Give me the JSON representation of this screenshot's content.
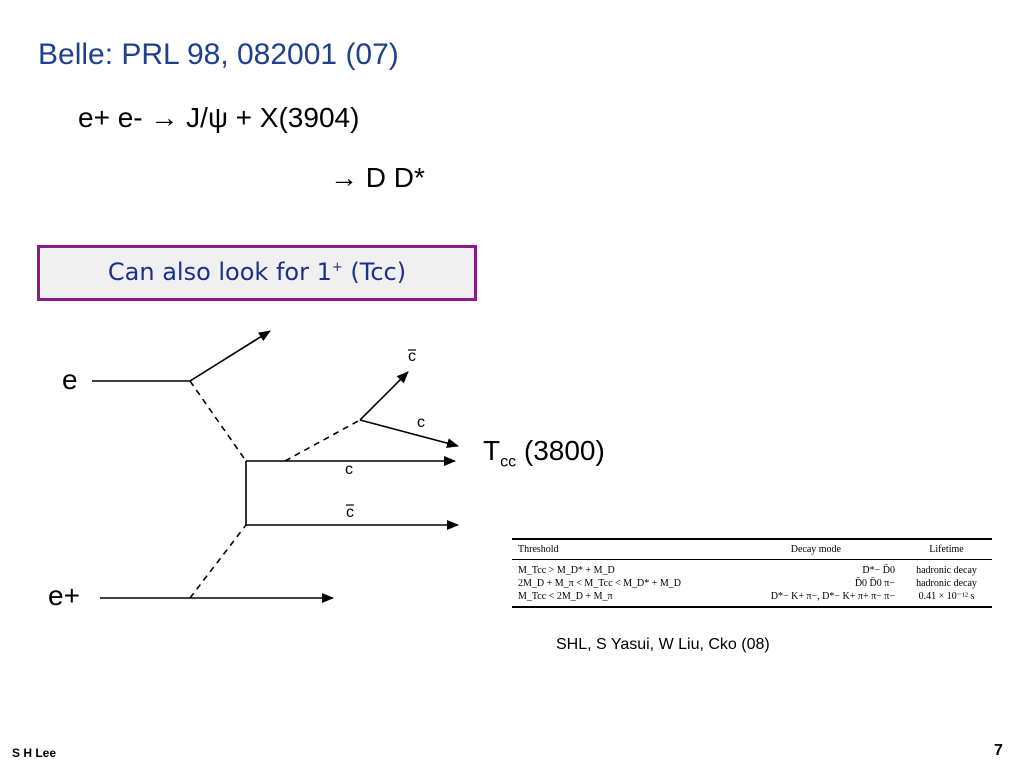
{
  "slide": {
    "title": "Belle: PRL 98, 082001 (07)",
    "reaction_line": "e+ e- → J/ψ + X(3904)",
    "decay_line": "→ D D*",
    "callout": "Can also look for 1",
    "callout_sup": "+",
    "callout_suffix": "(Tcc)",
    "citation": "SHL, S Yasui, W Liu, Cko (08)",
    "author": "S H Lee",
    "page_number": "7"
  },
  "diagram": {
    "electron_label": "e",
    "positron_label": "e+",
    "quark_labels": {
      "c_bar_top": "c",
      "c_upper": "c",
      "c_middle": "c",
      "c_bar_bottom": "c"
    },
    "tcc_main": "T",
    "tcc_sub": "cc",
    "tcc_mass": "(3800)"
  },
  "threshold_table": {
    "headers": [
      "Threshold",
      "Decay mode",
      "Lifetime"
    ],
    "rows": [
      [
        "M_Tcc > M_D* + M_D",
        "D*− D̄0",
        "hadronic decay"
      ],
      [
        "2M_D + M_π < M_Tcc < M_D* + M_D",
        "D̄0 D̄0 π−",
        "hadronic decay"
      ],
      [
        "M_Tcc < 2M_D + M_π",
        "D*− K+ π−, D*− K+ π+ π− π−",
        "0.41 × 10⁻¹² s"
      ]
    ]
  },
  "colors": {
    "title": "#1f3f8f",
    "callout_border": "#8b1a8b",
    "callout_bg": "#f0f0f0",
    "callout_text": "#1a2f8f"
  }
}
